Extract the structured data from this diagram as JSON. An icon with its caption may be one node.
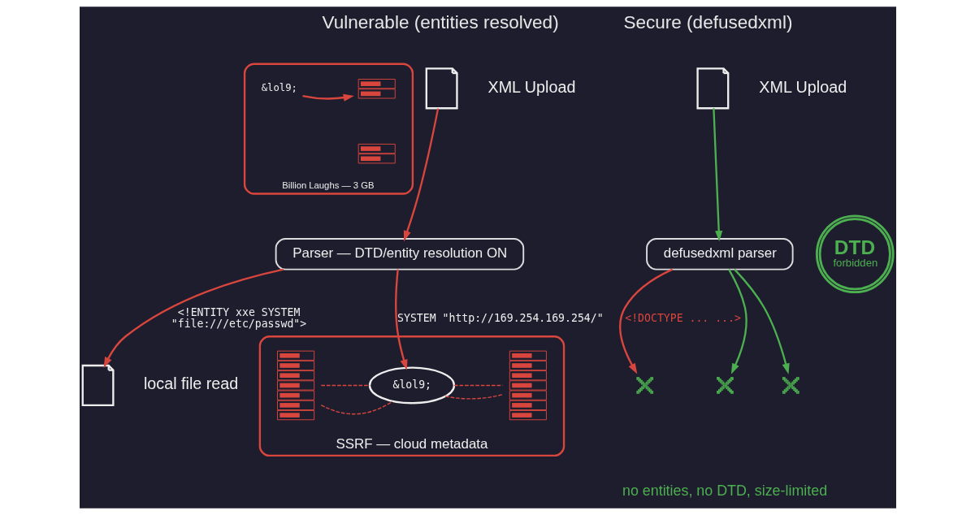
{
  "diagram": {
    "nodes": [
      {
        "text": [],
        "shape": "document",
        "beside": [
          "XML Upload"
        ]
      },
      {
        "text": [
          "Billion Laughs — 3 GB"
        ]
      },
      {
        "text": [
          "&lol9;"
        ],
        "in": 1
      },
      {
        "text": [],
        "shape": "server",
        "in": 1
      },
      {
        "text": [],
        "shape": "server",
        "in": 1
      },
      {
        "text": [
          "Parser — DTD/entity resolution ON"
        ]
      },
      {
        "text": [],
        "shape": "document",
        "beside": [
          "local file read"
        ]
      },
      {
        "text": [
          "SSRF — cloud metadata"
        ]
      },
      {
        "text": [],
        "shape": "server",
        "in": 7
      },
      {
        "text": [
          "&lol9;"
        ],
        "in": 7
      },
      {
        "text": [],
        "shape": "server",
        "in": 7
      },
      {
        "text": [],
        "shape": "document",
        "beside": [
          "XML Upload"
        ]
      },
      {
        "text": [
          "defusedxml parser"
        ]
      },
      {
        "text": [
          "DTD",
          "forbidden"
        ]
      },
      {
        "text": [],
        "shape": "cross"
      },
      {
        "text": [],
        "shape": "cross"
      },
      {
        "text": [],
        "shape": "cross"
      }
    ],
    "edges": [
      {
        "from": 0,
        "to": 5,
        "arrow": "to"
      },
      {
        "from": 2,
        "to": 3,
        "arrow": "to"
      },
      {
        "from": 5,
        "to": 6,
        "arrow": "to",
        "label": "<!ENTITY xxe SYSTEM \"file:///etc/passwd\">"
      },
      {
        "from": 5,
        "to": 9,
        "arrow": "to",
        "label": "SYSTEM \"http://169.254.169.254/\""
      },
      {
        "from": 8,
        "to": 9,
        "arrow": "none",
        "style": "dashed"
      },
      {
        "from": 8,
        "to": 9,
        "arrow": "none",
        "style": "dashed"
      },
      {
        "from": 9,
        "to": 10,
        "arrow": "none",
        "style": "dashed"
      },
      {
        "from": 9,
        "to": 10,
        "arrow": "none",
        "style": "dashed"
      },
      {
        "from": 11,
        "to": 12,
        "arrow": "to",
        "color": "#4caf50"
      },
      {
        "from": 12,
        "to": 14,
        "arrow": "to",
        "label": "<!DOCTYPE ... ...>"
      },
      {
        "from": 12,
        "to": 15,
        "arrow": "to",
        "color": "#4caf50"
      },
      {
        "from": 12,
        "to": 16,
        "arrow": "to",
        "color": "#4caf50"
      }
    ],
    "labels": [
      "Vulnerable (entities resolved)",
      "Secure (defusedxml)",
      "no entities, no DTD, size-limited"
    ]
  }
}
